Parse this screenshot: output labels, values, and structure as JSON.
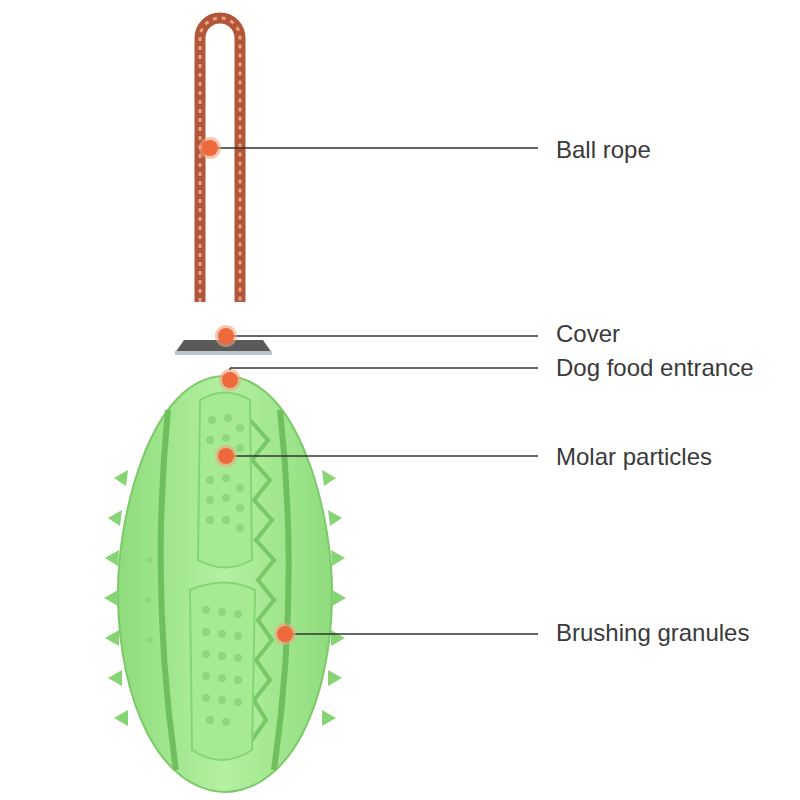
{
  "diagram": {
    "labels": [
      "Ball rope",
      "Cover",
      "Dog food entrance",
      "Molar particles",
      "Brushing granules"
    ]
  }
}
